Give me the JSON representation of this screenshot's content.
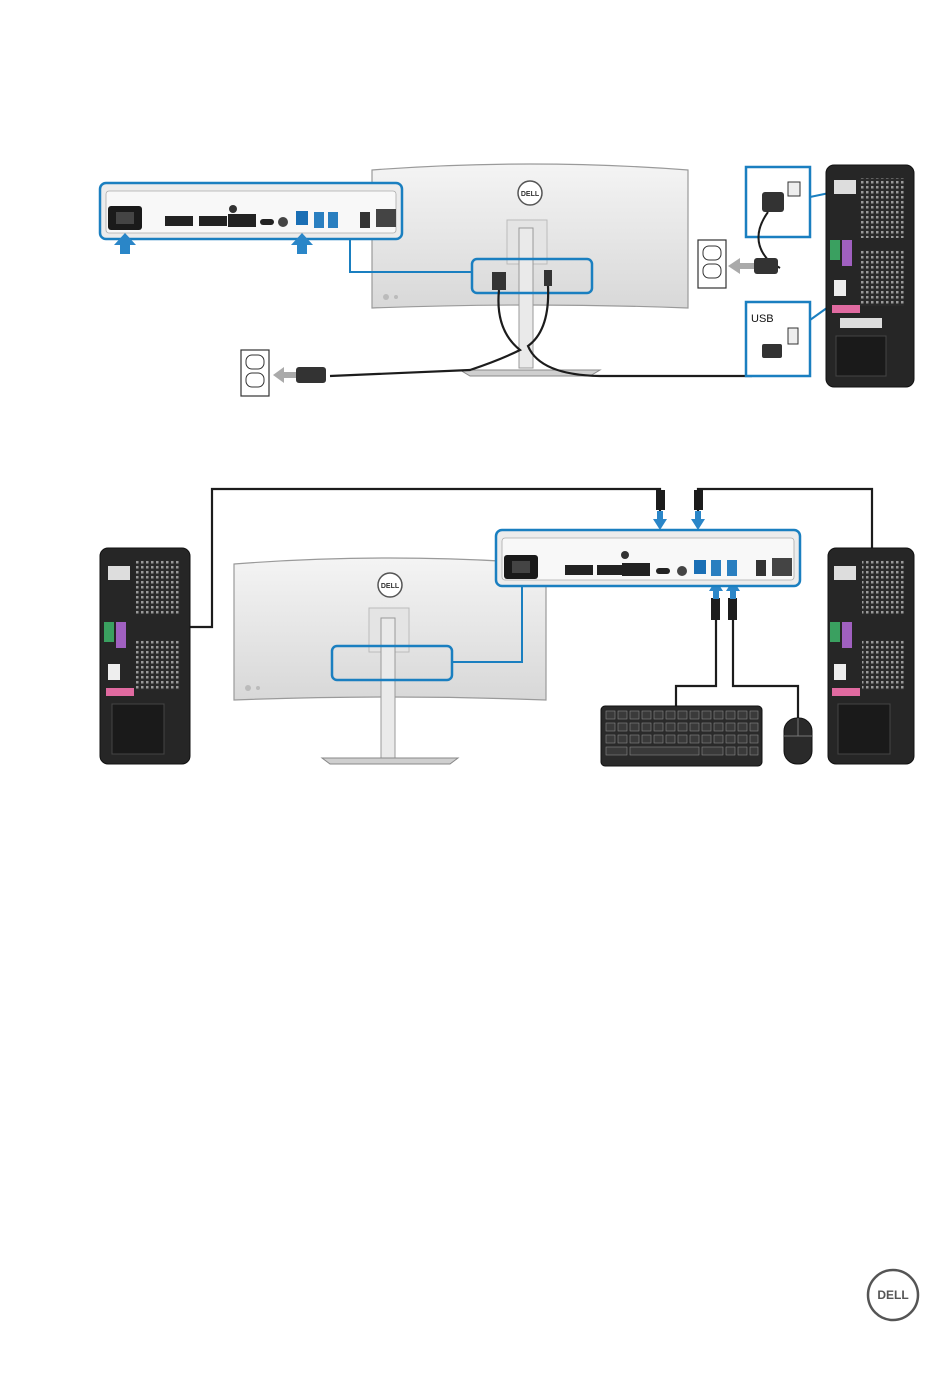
{
  "figure1": {
    "usb_label": "USB",
    "monitor_brand": "DELL"
  },
  "figure2": {
    "monitor_brand": "DELL"
  },
  "footer": {
    "brand_logo_text": "DELL"
  },
  "colors": {
    "callout_blue": "#1a7fc0",
    "arrow_blue": "#2a86c8",
    "cable": "#1c1c1c",
    "pc_case": "#262626",
    "monitor_body": "#d6d6d6"
  }
}
